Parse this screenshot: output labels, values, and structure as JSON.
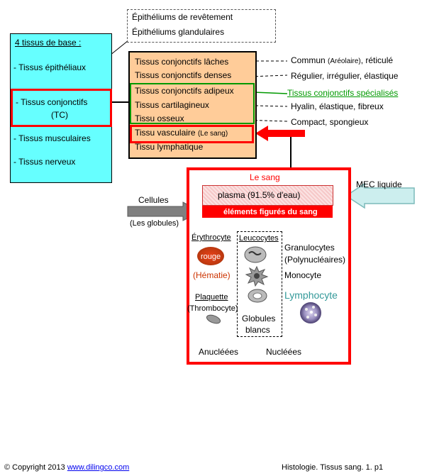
{
  "epitheliums": [
    "Épithéliums de revêtement",
    "Épithéliums glandulaires"
  ],
  "base": {
    "title": "4 tissus de base :",
    "items": [
      "- Tissus épithéliaux",
      "- Tissus conjonctifs",
      "(TC)",
      "- Tissus musculaires",
      "- Tissus nerveux"
    ]
  },
  "tc": {
    "items": [
      "Tissus conjonctifs lâches",
      "Tissus conjonctifs denses",
      "Tissus conjonctifs adipeux",
      "Tissus cartilagineux",
      "Tissu osseux",
      "Tissu vasculaire",
      "(Le sang)",
      "Tissu lymphatique"
    ]
  },
  "types": {
    "commun": "Commun",
    "areolaire": "(Aréolaire)",
    "reticule": ", réticulé",
    "dense": "Régulier, irrégulier, élastique",
    "specialises": "Tissus conjonctifs spécialisés",
    "cartilage": "Hyalin, élastique, fibreux",
    "os": "Compact, spongieux"
  },
  "sang": {
    "title": "Le sang",
    "plasma": "plasma (91.5% d'eau)",
    "elements": "éléments figurés du sang",
    "mec": "MEC liquide",
    "cellules": "Cellules",
    "globules": "(Les globules)",
    "erythro": "Érythrocyte",
    "rouge": "rouge",
    "hematie": "(Hématie)",
    "plaquette": "Plaquette",
    "thrombo": "(Thrombocyte)",
    "leuco": "Leucocytes",
    "granulo": "Granulocytes",
    "polynuc": "(Polynucléaires)",
    "monocyte": "Monocyte",
    "lympho": "Lymphocyte",
    "gb1": "Globules",
    "gb2": "blancs",
    "anuc": "Anucléées",
    "nuc": "Nucléées"
  },
  "footer": {
    "copyright": "© Copyright 2013",
    "site": "www.dilingco.com",
    "ref": "Histologie. Tissus sang. 1.  p1"
  },
  "colors": {
    "red": "#ff0000",
    "cyan": "#66ffff",
    "orange": "#ffcc99",
    "green": "#009900",
    "teal": "#339999",
    "link": "#0000ee"
  }
}
